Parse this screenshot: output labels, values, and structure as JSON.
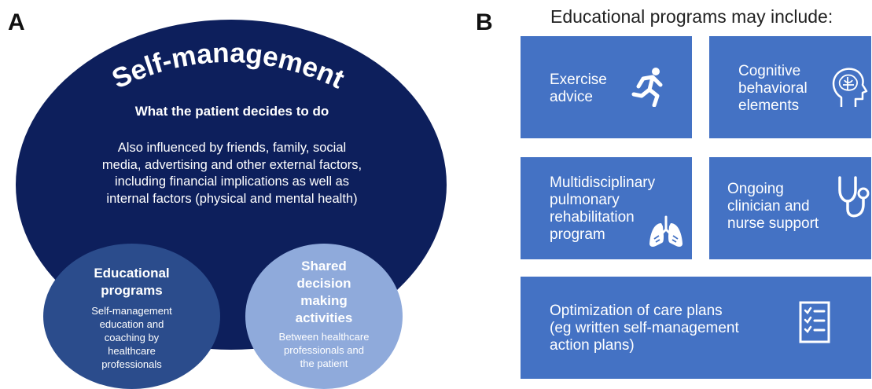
{
  "panel_a": {
    "letter": "A",
    "title": "Self-management",
    "subtitle": "What the patient decides to do",
    "body": "Also influenced by friends, family, social media, advertising and other external factors, including financial implications as well as internal factors (physical and mental health)",
    "education": {
      "title_lines": [
        "Educational",
        "programs"
      ],
      "body_lines": [
        "Self-management",
        "education and",
        "coaching by",
        "healthcare",
        "professionals"
      ]
    },
    "shared": {
      "title_lines": [
        "Shared",
        "decision",
        "making",
        "activities"
      ],
      "body_lines": [
        "Between healthcare",
        "professionals and",
        "the patient"
      ]
    }
  },
  "panel_b": {
    "letter": "B",
    "title": "Educational programs may include:",
    "boxes": [
      {
        "lines": [
          "Exercise",
          "advice"
        ],
        "icon": "running-person-icon"
      },
      {
        "lines": [
          "Cognitive",
          "behavioral",
          "elements"
        ],
        "icon": "brain-head-icon"
      },
      {
        "lines": [
          "Multidisciplinary",
          "pulmonary",
          "rehabilitation",
          "program"
        ],
        "icon": "lungs-icon"
      },
      {
        "lines": [
          "Ongoing",
          "clinician and",
          "nurse support"
        ],
        "icon": "stethoscope-icon"
      },
      {
        "lines": [
          "Optimization of care plans",
          "(eg written self-management",
          "action plans)"
        ],
        "icon": "checklist-icon"
      }
    ]
  },
  "colors": {
    "dark_navy": "#0d1f5c",
    "mid_blue": "#2b4c8c",
    "light_blue": "#8faadb",
    "box_blue": "#4472c4"
  }
}
